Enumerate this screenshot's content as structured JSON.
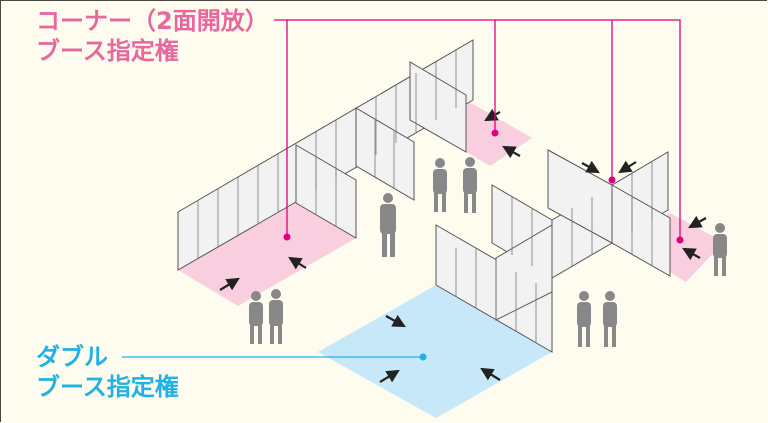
{
  "labels": {
    "corner": {
      "line1": "コーナー（2面開放）",
      "line2": "ブース指定権"
    },
    "double": {
      "line1": "ダブル",
      "line2": "ブース指定権"
    }
  },
  "colors": {
    "background": "#fdfcee",
    "corner_text": "#e8679e",
    "double_text": "#22b1e6",
    "corner_line": "#e0007f",
    "double_line": "#22b1e6",
    "pink_floor": "#f9cfe0",
    "blue_floor": "#c7e8f8"
  }
}
